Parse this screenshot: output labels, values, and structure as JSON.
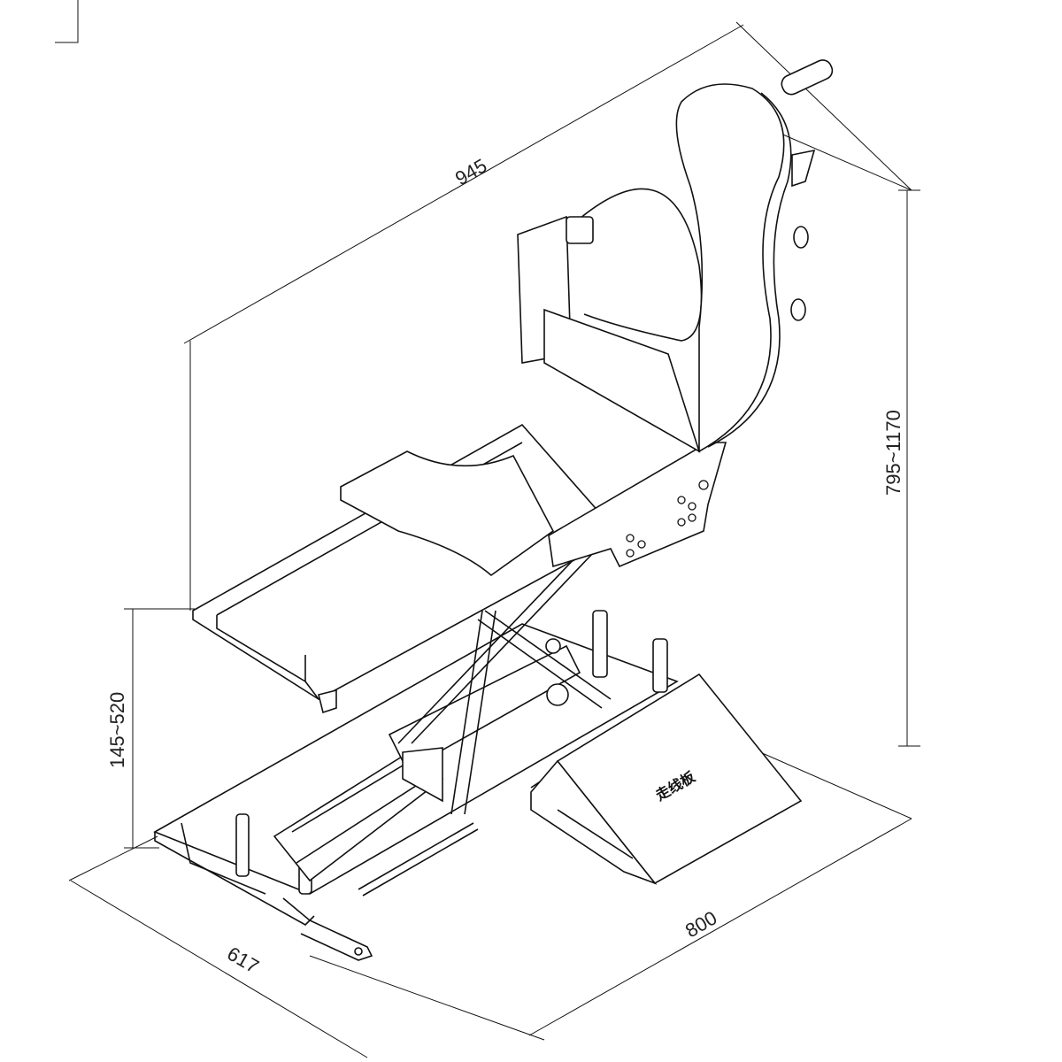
{
  "dimensions": {
    "length": "945",
    "total_height": "795~1170",
    "seat_height": "145~520",
    "width": "617",
    "base_length": "800"
  },
  "labels": {
    "ramp_label": "走线板"
  }
}
